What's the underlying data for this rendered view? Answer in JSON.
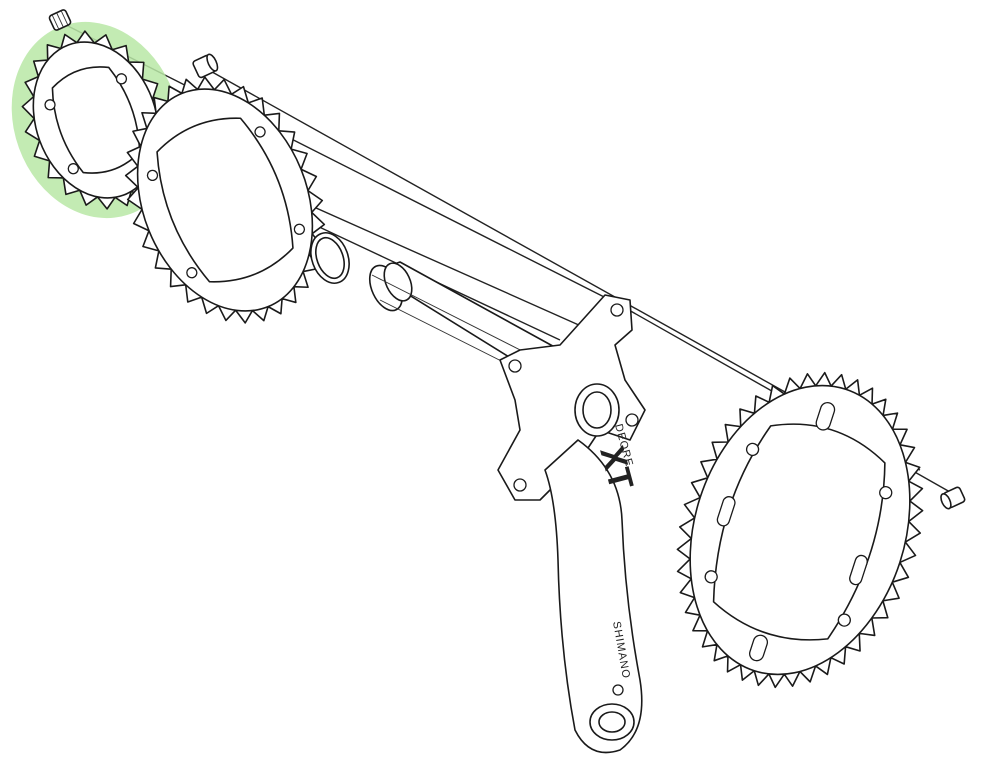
{
  "diagram": {
    "highlight_color": "#b9e8a6",
    "line_color": "#222222",
    "crank_arm": {
      "brand_text": "SHIMANO",
      "model_text": "DEORE",
      "logo_text": "XT"
    },
    "parts": [
      {
        "name": "small-chainring",
        "highlighted": true
      },
      {
        "name": "middle-chainring",
        "highlighted": false
      },
      {
        "name": "large-chainring",
        "highlighted": false
      },
      {
        "name": "chainring-bolt",
        "highlighted": false
      },
      {
        "name": "chainring-nut",
        "highlighted": false
      },
      {
        "name": "spacer-ring",
        "highlighted": false
      },
      {
        "name": "crank-arm",
        "highlighted": false
      },
      {
        "name": "large-chainring-bolt",
        "highlighted": false
      }
    ]
  }
}
